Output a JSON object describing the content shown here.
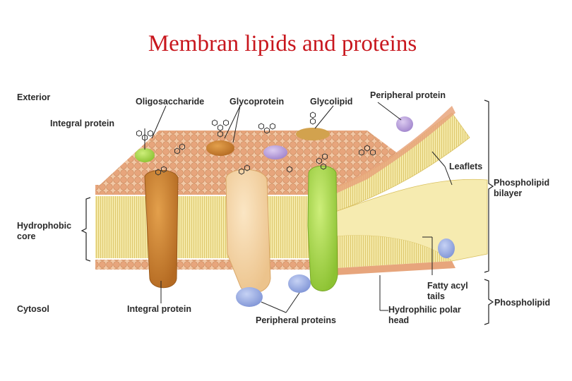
{
  "title": "Membran lipids and proteins",
  "labels": {
    "exterior": "Exterior",
    "cytosol": "Cytosol",
    "oligosaccharide": "Oligosaccharide",
    "glycoprotein": "Glycoprotein",
    "glycolipid": "Glycolipid",
    "peripheral_protein": "Peripheral protein",
    "integral_protein_top": "Integral protein",
    "integral_protein_bottom": "Integral protein",
    "leaflets": "Leaflets",
    "phospholipid_bilayer": [
      "Phospholipid",
      "bilayer"
    ],
    "hydrophobic_core": [
      "Hydrophobic",
      "core"
    ],
    "fatty_acyl_tails": [
      "Fatty acyl",
      "tails"
    ],
    "phospholipid": "Phospholipid",
    "peripheral_proteins": "Peripheral proteins",
    "hydrophilic_polar_head": [
      "Hydrophilic polar",
      "head"
    ]
  },
  "colors": {
    "title": "#c8161d",
    "head": "#e7a57c",
    "tail": "#f3e6a0",
    "integral_brown": "#c9822e",
    "integral_peach": "#f6d6a5",
    "integral_green": "#a8d84a",
    "peripheral_blue": "#8c9fdc",
    "peripheral_purple": "#b79ad6",
    "glycolipid_gold": "#d2a24e"
  }
}
